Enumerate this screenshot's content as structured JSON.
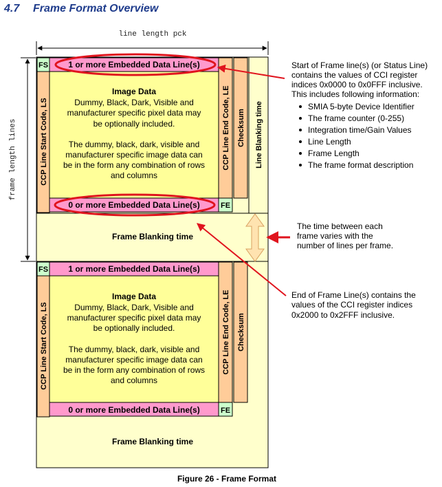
{
  "section": {
    "number": "4.7",
    "title": "Frame Format Overview"
  },
  "dimensions": {
    "line_length": "line length pck",
    "frame_length": "frame length lines"
  },
  "frame": {
    "fs": "FS",
    "fe": "FE",
    "top_embedded": "1 or more Embedded Data Line(s)",
    "bottom_embedded": "0 or more Embedded Data Line(s)",
    "line_start": "CCP Line Start Code, LS",
    "line_end": "CCP Line End Code, LE",
    "checksum": "Checksum",
    "line_blanking": "Line Blanking time",
    "frame_blanking": "Frame Blanking time",
    "image_data": {
      "title": "Image Data",
      "line1": "Dummy, Black, Dark, Visible and",
      "line2": "manufacturer specific pixel data may",
      "line3": "be optionally included.",
      "line4": "The dummy, black, dark, visible and",
      "line5": "manufacturer specific image data can",
      "line6": "be in the form any combination of rows",
      "line7": "and columns"
    }
  },
  "annotations": {
    "sof": {
      "line1": "Start of Frame line(s) (or Status Line)",
      "line2": "contains the values of CCI register",
      "line3": "indices 0x0000 to 0x0FFF inclusive.",
      "line4": "This includes following information:",
      "bullets": [
        "SMIA 5-byte Device Identifier",
        "The frame counter (0-255)",
        "Integration time/Gain Values",
        "Line Length",
        "Frame Length",
        "The frame format description"
      ]
    },
    "blanking": {
      "line1": "The time between each",
      "line2": "frame varies with the",
      "line3": "number of lines per frame."
    },
    "eof": {
      "line1": "End of Frame Line(s) contains the",
      "line2": "values of the CCI register indices",
      "line3": "0x2000 to 0x2FFF inclusive."
    }
  },
  "caption": "Figure 26 - Frame Format",
  "colors": {
    "image_yellow": "#ffff99",
    "blank_cream": "#ffffcc",
    "embedded_pink": "#ff99cc",
    "code_orange": "#ffcc99",
    "fs_green": "#ccffcc",
    "highlight_red": "#e0141e",
    "heading_blue": "#1f3c8c"
  }
}
